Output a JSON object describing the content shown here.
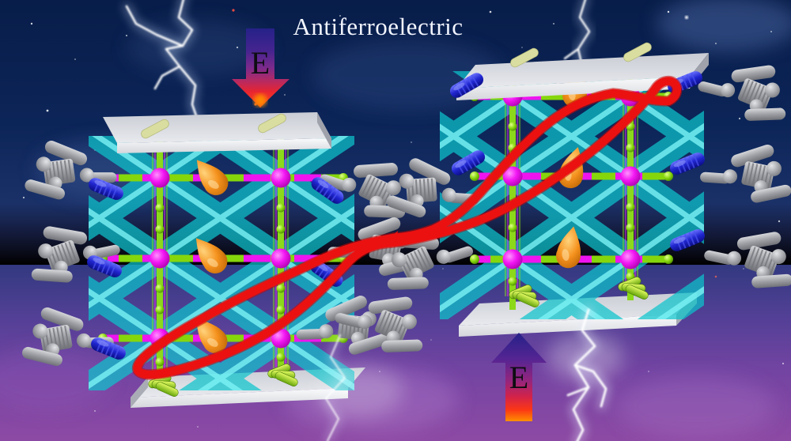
{
  "title": "Antiferroelectric",
  "arrows": {
    "left": {
      "label": "E",
      "direction": "down"
    },
    "right": {
      "label": "E",
      "direction": "up"
    }
  },
  "colors": {
    "background_top": "#0a2254",
    "background_bottom": "#8d4aa4",
    "hysteresis_loop_red": "#eb1111",
    "metal_atom_magenta": "#f316f3",
    "bond_green": "#86d60c",
    "octahedron_cyan": "#0cc4cc",
    "lone_pair_orange": "#f5921e",
    "nitrogen_blue": "#2026cf",
    "carbon_gray": "#9d9fa4",
    "electrode_gray": "#e4e6ea",
    "lightning_white": "#ffffff",
    "arrow_gradient_top": "#252188",
    "arrow_gradient_bottom": "#ff4a14"
  }
}
